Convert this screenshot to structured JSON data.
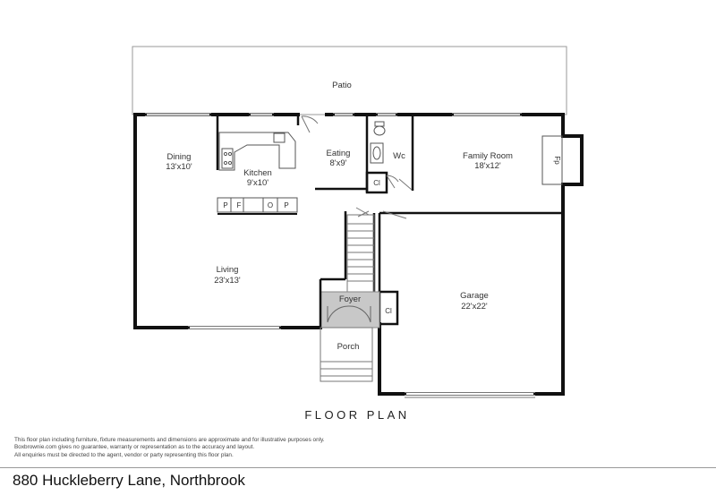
{
  "plan": {
    "title": "FLOOR PLAN",
    "rooms": {
      "patio": {
        "name": "Patio"
      },
      "dining": {
        "name": "Dining",
        "dims": "13'x10'"
      },
      "kitchen": {
        "name": "Kitchen",
        "dims": "9'x10'"
      },
      "eating": {
        "name": "Eating",
        "dims": "8'x9'"
      },
      "wc": {
        "name": "Wc"
      },
      "closet_wc": {
        "name": "Cl"
      },
      "family_room": {
        "name": "Family Room",
        "dims": "18'x12'"
      },
      "fireplace": {
        "name": "Fp"
      },
      "living": {
        "name": "Living",
        "dims": "23'x13'"
      },
      "foyer": {
        "name": "Foyer"
      },
      "closet_foyer": {
        "name": "Cl"
      },
      "garage": {
        "name": "Garage",
        "dims": "22'x22'"
      },
      "porch": {
        "name": "Porch"
      }
    },
    "cabinet_labels": [
      "P",
      "F",
      "O",
      "P"
    ]
  },
  "disclaimer": [
    "This floor plan including furniture, fixture measurements and dimensions are approximate and for illustrative purposes only.",
    "Boxbrownie.com gives no guarantee, warranty or representation as to the accuracy and layout.",
    "All enquiries must be directed to the agent, vendor or party representing this floor plan."
  ],
  "address": "880 Huckleberry Lane, Northbrook",
  "colors": {
    "wall": "#111111",
    "foyer_fill": "#c8c8c8",
    "line": "#666666"
  }
}
